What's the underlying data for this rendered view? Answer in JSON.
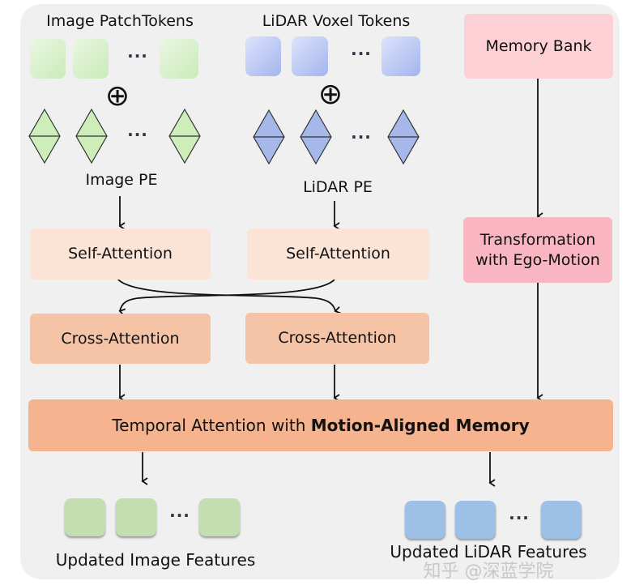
{
  "image_branch": {
    "tokens_label": "Image PatchTokens",
    "pe_label": "Image PE",
    "self_attention": "Self-Attention",
    "cross_attention": "Cross-Attention",
    "output_label": "Updated Image Features"
  },
  "lidar_branch": {
    "tokens_label": "LiDAR Voxel Tokens",
    "pe_label": "LiDAR PE",
    "self_attention": "Self-Attention",
    "cross_attention": "Cross-Attention",
    "output_label": "Updated LiDAR Features"
  },
  "memory_branch": {
    "memory_bank": "Memory Bank",
    "transformation_line1": "Transformation",
    "transformation_line2": "with Ego-Motion"
  },
  "temporal": {
    "prefix": "Temporal Attention with ",
    "bold": "Motion-Aligned Memory"
  },
  "ellipsis": "···",
  "add_symbol": "⊕",
  "watermark": "知乎 @深蓝学院",
  "colors": {
    "image_token": "#c8ecb8",
    "lidar_token": "#a3b5ee",
    "self_attention": "#fbe3d6",
    "cross_attention": "#f5c4a6",
    "temporal": "#f5b48f",
    "memory_bank": "#fdd0d6",
    "transformation": "#f9b6c2",
    "updated_image": "#c3deb0",
    "updated_lidar": "#9cc0e6"
  }
}
